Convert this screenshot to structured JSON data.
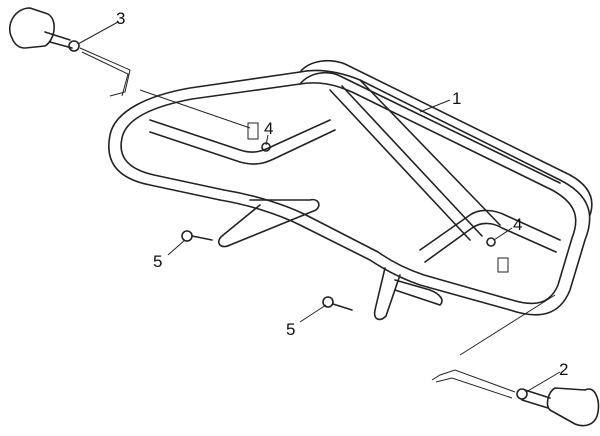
{
  "diagram": {
    "type": "exploded-parts-diagram",
    "callouts": [
      {
        "id": "part-1",
        "label": "1"
      },
      {
        "id": "part-2",
        "label": "2"
      },
      {
        "id": "part-3",
        "label": "3"
      },
      {
        "id": "part-4a",
        "label": "4"
      },
      {
        "id": "part-4b",
        "label": "4"
      },
      {
        "id": "part-5a",
        "label": "5"
      },
      {
        "id": "part-5b",
        "label": "5"
      }
    ]
  }
}
